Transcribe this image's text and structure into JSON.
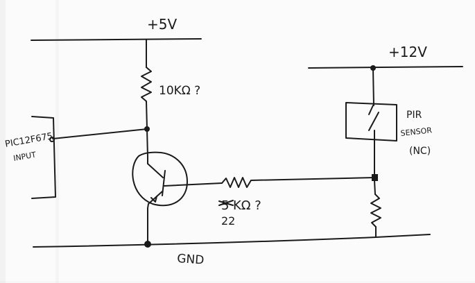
{
  "diagram": {
    "labels": {
      "v5": "+5V",
      "v12": "+12V",
      "r_top": "10KΩ ?",
      "pic": "PIC12F675",
      "input": "INPUT",
      "r_base": "KΩ ?",
      "r_base_strike": "5",
      "r_base_value": "22",
      "pir_1": "PIR",
      "pir_2": "SENSOR",
      "pir_3": "(NC)",
      "gnd": "GND"
    },
    "colors": {
      "ink": "#1a1a1a",
      "paper": "#fbfbfb"
    }
  }
}
